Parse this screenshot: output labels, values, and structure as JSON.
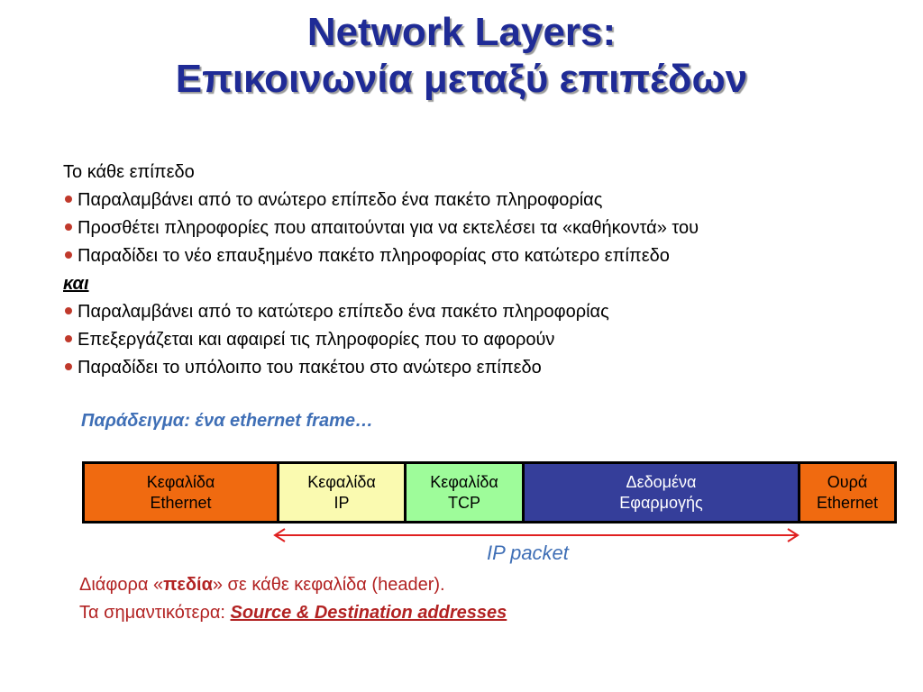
{
  "title": {
    "line1": "Network Layers:",
    "line2": "Επικοινωνία μεταξύ επιπέδων"
  },
  "intro": "Το κάθε επίπεδο",
  "bullets_down": [
    "Παραλαμβάνει από το ανώτερο επίπεδο ένα πακέτο πληροφορίας",
    "Προσθέτει πληροφορίες που απαιτούνται για να εκτελέσει τα «καθήκοντά» του",
    "Παραδίδει το νέο επαυξημένο πακέτο πληροφορίας στο κατώτερο επίπεδο"
  ],
  "conjunction": "και",
  "bullets_up": [
    "Παραλαμβάνει από το κατώτερο επίπεδο ένα πακέτο πληροφορίας",
    "Επεξεργάζεται και αφαιρεί τις πληροφορίες που το αφορούν",
    "Παραδίδει το υπόλοιπο του πακέτου στο ανώτερο επίπεδο"
  ],
  "example_label": "Παράδειγμα: ένα ethernet frame…",
  "frame_cells": [
    {
      "line1": "Κεφαλίδα",
      "line2": "Ethernet",
      "color": "#f06a10",
      "text_color": "#000000"
    },
    {
      "line1": "Κεφαλίδα",
      "line2": "IP",
      "color": "#fafab0",
      "text_color": "#000000"
    },
    {
      "line1": "Κεφαλίδα",
      "line2": "TCP",
      "color": "#9efc9a",
      "text_color": "#000000"
    },
    {
      "line1": "Δεδομένα",
      "line2": "Εφαρμογής",
      "color": "#353e9a",
      "text_color": "#ffffff"
    },
    {
      "line1": "Ουρά",
      "line2": "Ethernet",
      "color": "#f06a10",
      "text_color": "#000000"
    }
  ],
  "ip_packet_label": "IP packet",
  "notes": {
    "line1_prefix": "Διάφορα «",
    "line1_bold": "πεδία",
    "line1_suffix": "» σε κάθε κεφαλίδα (header).",
    "line2_prefix": "Τα σημαντικότερα: ",
    "line2_link": "Source & Destination addresses"
  },
  "colors": {
    "title": "#1f2b96",
    "bullet": "#c0392b",
    "accent_blue": "#3f6fb6",
    "notes": "#b22222",
    "arrow": "#e02020"
  }
}
